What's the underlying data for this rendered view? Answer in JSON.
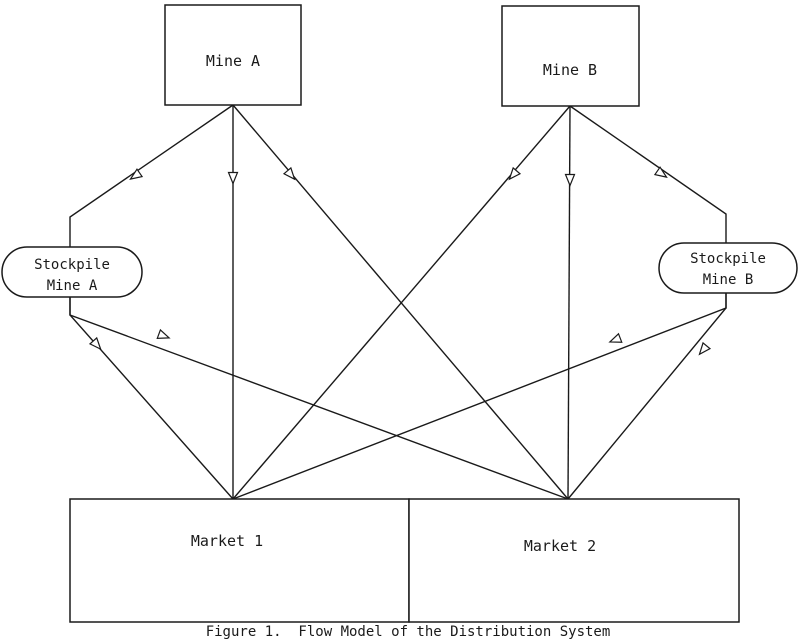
{
  "diagram": {
    "nodes": {
      "mine_a": "Mine A",
      "mine_b": "Mine B",
      "stockpile_a": [
        "Stockpile",
        "Mine A"
      ],
      "stockpile_b": [
        "Stockpile",
        "Mine B"
      ],
      "market_1": "Market 1",
      "market_2": "Market 2"
    },
    "caption": "Figure 1.  Flow Model of the Distribution System",
    "colors": {
      "ink": "#1a1a1a",
      "background": "#ffffff"
    }
  }
}
